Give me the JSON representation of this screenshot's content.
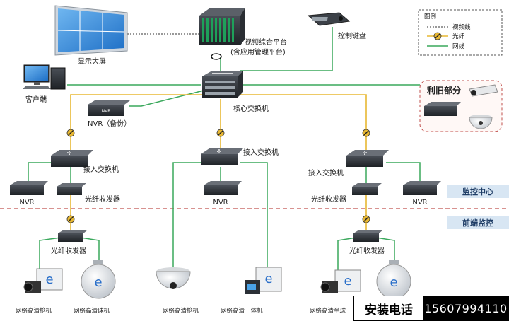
{
  "labels": {
    "display_wall": "显示大屏",
    "video_platform_line1": "视频综合平台",
    "video_platform_line2": "(含应用管理平台)",
    "control_keyboard": "控制键盘",
    "client": "客户端",
    "core_switch": "核心交换机",
    "nvr_backup": "NVR（备份）",
    "reuse_section": "利旧部分",
    "access_switch_left": "接入交换机",
    "access_switch_mid": "接入交换机",
    "access_switch_right": "接入交换机",
    "nvr_left": "NVR",
    "nvr_mid": "NVR",
    "nvr_right": "NVR",
    "transceiver_left": "光纤收发器",
    "transceiver_right": "光纤收发器",
    "transceiver_front_left": "光纤收发器",
    "transceiver_front_right": "光纤收发器",
    "camera_bullet_left": "网络高清枪机",
    "camera_dome_left": "网络高清球机",
    "camera_bullet_mid": "网络高清枪机",
    "camera_box_mid": "网络高清一体机",
    "camera_half_right": "网络高清半球",
    "device_tag_nvr": "NVR"
  },
  "zones": {
    "monitor_center": "监控中心",
    "front_end": "前端监控"
  },
  "legend": {
    "title": "图例",
    "items": [
      {
        "label": "视频线",
        "style": "dotted"
      },
      {
        "label": "光纤",
        "style": "fiber"
      },
      {
        "label": "网线",
        "style": "network"
      }
    ]
  },
  "contact": {
    "label": "安装电话",
    "number": "15607994110"
  },
  "colors": {
    "network_line": "#3aa85c",
    "fiber_line": "#e8b833",
    "video_line": "#333333",
    "zone_band": "#d8e6f3",
    "zone_text": "#1f3d66",
    "divider": "#c0504d",
    "reuse_border": "#c0504d"
  }
}
